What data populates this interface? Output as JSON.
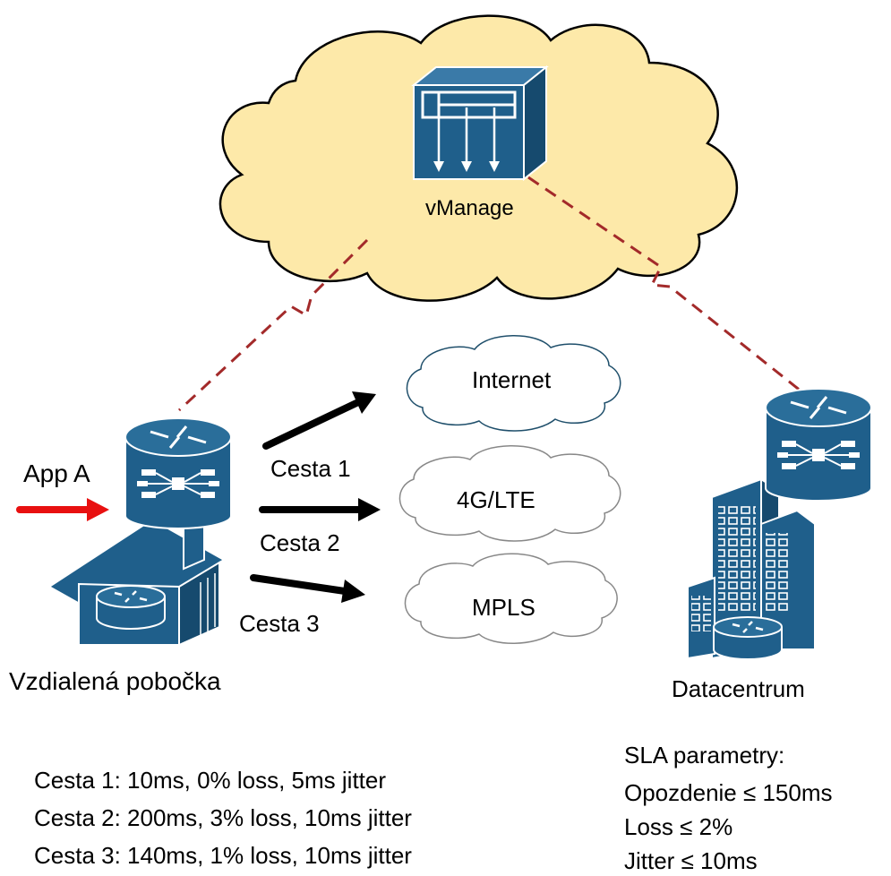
{
  "labels": {
    "vmanage": "vManage",
    "internet": "Internet",
    "lte": "4G/LTE",
    "mpls": "MPLS",
    "app": "App A",
    "path1": "Cesta 1",
    "path2": "Cesta 2",
    "path3": "Cesta 3",
    "branch": "Vzdialená pobočka",
    "datacenter": "Datacentrum"
  },
  "paths": [
    "Cesta 1: 10ms, 0% loss, 5ms jitter",
    "Cesta 2: 200ms, 3% loss, 10ms jitter",
    "Cesta 3: 140ms, 1% loss, 10ms jitter"
  ],
  "sla": {
    "title": "SLA parametry:",
    "items": [
      "Opozdenie ≤ 150ms",
      "Loss ≤ 2%",
      "Jitter ≤ 10ms"
    ]
  },
  "colors": {
    "device_blue": "#1f5f8b",
    "device_blue_dark": "#164a6e",
    "cloud_fill": "#fde9a9",
    "link_red": "#a32a2a",
    "app_arrow": "#e81010"
  },
  "icons": [
    "cloud-icon",
    "vmanage-icon",
    "router-icon",
    "branch-building-icon",
    "datacenter-building-icon",
    "arrow-icon"
  ]
}
